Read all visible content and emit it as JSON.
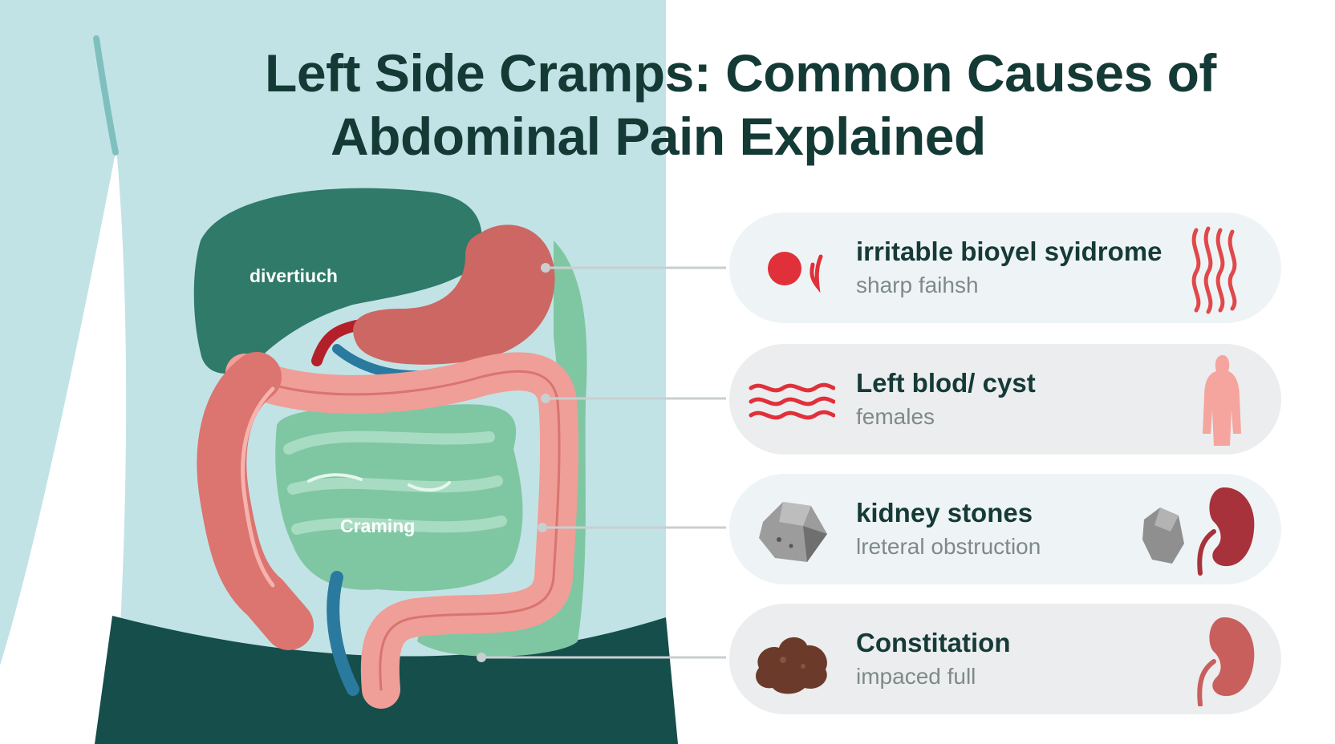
{
  "title": {
    "line1": "Left Side Cramps: Common Causes of",
    "line2": "Abdominal Pain Explained"
  },
  "organ_labels": {
    "liver": "divertiuch",
    "small_intestine": "Craming"
  },
  "cards": [
    {
      "name": "irritable bioyel syidrome",
      "sub": "sharp faihsh",
      "left_icon": "pain-spot-icon",
      "right_icon": "wavy-pain-lines-icon",
      "background": "#eef4f5"
    },
    {
      "name": "Left blod/ cyst",
      "sub": "females",
      "left_icon": "wavy-lines-icon",
      "right_icon": "female-body-icon",
      "background": "#ebedee"
    },
    {
      "name": "kidney stones",
      "sub": "lreteral obstruction",
      "left_icon": "stone-icon",
      "right_icon": "kidney-stone-icon",
      "background": "#eef4f5"
    },
    {
      "name": "Constitation",
      "sub": "impaced full",
      "left_icon": "stool-icon",
      "right_icon": "kidney-icon",
      "background": "#ebedee"
    }
  ],
  "colors": {
    "body": "#c2e3e6",
    "pants": "#154e4b",
    "liver": "#2f7a68",
    "stomach": "#cd6763",
    "large_intestine": "#f09e98",
    "small_intestine": "#7fc7a2",
    "accent_red": "#e0303a",
    "title": "#143a36"
  }
}
